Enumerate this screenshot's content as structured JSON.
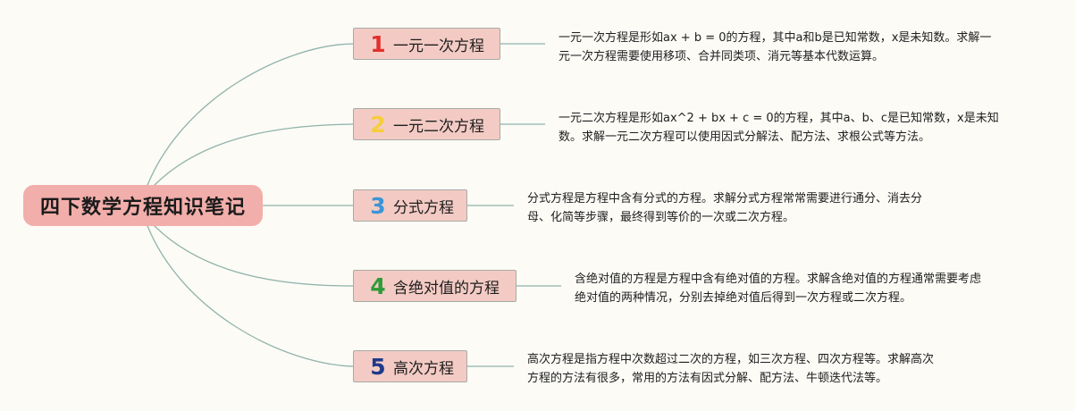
{
  "root": {
    "title": "四下数学方程知识笔记"
  },
  "branches": [
    {
      "number": "1",
      "title": "一元一次方程",
      "number_color": "#e0312c",
      "description_lines": [
        "一元一次方程是形如ax + b = 0的方程，其中a和b是已知常数，x是未知数。求解一",
        "元一次方程需要使用移项、合并同类项、消元等基本代数运算。"
      ]
    },
    {
      "number": "2",
      "title": "一元二次方程",
      "number_color": "#f6cd3a",
      "description_lines": [
        "一元二次方程是形如ax^2 + bx + c = 0的方程，其中a、b、c是已知常数，x是未知",
        "数。求解一元二次方程可以使用因式分解法、配方法、求根公式等方法。"
      ]
    },
    {
      "number": "3",
      "title": "分式方程",
      "number_color": "#3a95d6",
      "description_lines": [
        "分式方程是方程中含有分式的方程。求解分式方程常常需要进行通分、消去分",
        "母、化简等步骤，最终得到等价的一次或二次方程。"
      ]
    },
    {
      "number": "4",
      "title": "含绝对值的方程",
      "number_color": "#2f9a3a",
      "description_lines": [
        "含绝对值的方程是方程中含有绝对值的方程。求解含绝对值的方程通常需要考虑",
        "绝对值的两种情况，分别去掉绝对值后得到一次方程或二次方程。"
      ]
    },
    {
      "number": "5",
      "title": "高次方程",
      "number_color": "#1f3a8a",
      "description_lines": [
        "高次方程是指方程中次数超过二次的方程，如三次方程、四次方程等。求解高次",
        "方程的方法有很多，常用的方法有因式分解、配方法、牛顿迭代法等。"
      ]
    }
  ]
}
